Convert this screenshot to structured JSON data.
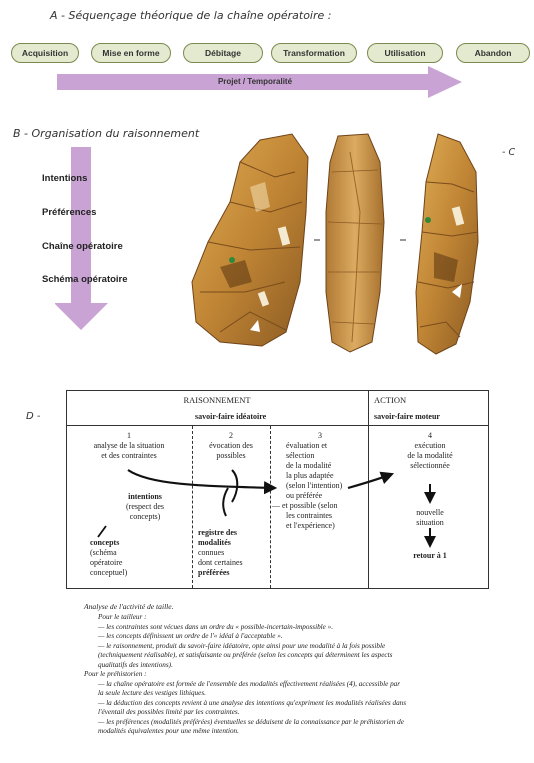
{
  "section_a": {
    "title": "A - Séquençage théorique de la chaîne opératoire :",
    "stages": [
      "Acquisition",
      "Mise en forme",
      "Débitage",
      "Transformation",
      "Utilisation",
      "Abandon"
    ],
    "arrow_label": "Projet / Temporalité"
  },
  "section_b": {
    "title": "B - Organisation du raisonnement",
    "items": [
      "Intentions",
      "Préférences",
      "Chaîne opératoire",
      "Schéma opératoire"
    ]
  },
  "section_c": {
    "label": "- C"
  },
  "section_d": {
    "label": "D -",
    "header_left": "RAISONNEMENT",
    "header_right": "ACTION",
    "subheader_left": "savoir-faire idéatoire",
    "subheader_right": "savoir-faire moteur",
    "col1": {
      "num": "1",
      "lines": [
        "analyse de la situation",
        "et des contraintes"
      ],
      "intentions_title": "intentions",
      "intentions_detail": [
        "(respect des",
        "concepts)"
      ],
      "concepts_title": "concepts",
      "concepts_detail": [
        "(schéma",
        "opératoire",
        "conceptuel)"
      ]
    },
    "col2": {
      "num": "2",
      "lines": [
        "évocation des",
        "possibles"
      ],
      "registre_title": [
        "registre des",
        "modalités"
      ],
      "registre_detail": [
        "connues",
        "dont certaines"
      ],
      "preferees": "préférées"
    },
    "col3": {
      "num": "3",
      "lines": [
        "évaluation et",
        "sélection",
        "de la modalité",
        "la plus adaptée",
        "(selon l'intention)",
        "ou préférée",
        "— et possible (selon",
        "les contraintes",
        "et l'expérience)"
      ]
    },
    "col4": {
      "num": "4",
      "lines": [
        "exécution",
        "de la modalité",
        "sélectionnée"
      ],
      "nouvelle": [
        "nouvelle",
        "situation"
      ],
      "retour": "retour à 1"
    }
  },
  "caption": {
    "title": "Analyse de l'activité de taille.",
    "lines": [
      "Pour le tailleur :",
      "— les contraintes sont vécues dans un ordre du « possible-incertain-impossible ».",
      "— les concepts définissent un ordre de l'« idéal à l'acceptable ».",
      "— le raisonnement, produit du savoir-faire idéatoire, opte ainsi pour une modalité à la fois possible",
      "(techniquement réalisable), et satisfaisante ou préférée (selon les concepts qui déterminent les aspects",
      "qualitatifs des intentions).",
      "Pour le préhistorien :",
      "— la chaîne opératoire est formée de l'ensemble des modalités effectivement réalisées (4), accessible par",
      "la seule lecture des vestiges lithiques.",
      "— la déduction des concepts revient à une analyse des intentions qu'expriment les modalités réalisées dans",
      "l'éventail des possibles limité par les contraintes.",
      "— les préférences (modalités préférées) éventuelles se déduisent de la connaissance par le préhistorien de",
      "modalités équivalentes pour une même intention."
    ]
  },
  "colors": {
    "arrow": "#c9a3d4",
    "pill_fill": "#e3ead0",
    "pill_border": "#7a8a4e",
    "flint": "#c9953f"
  }
}
